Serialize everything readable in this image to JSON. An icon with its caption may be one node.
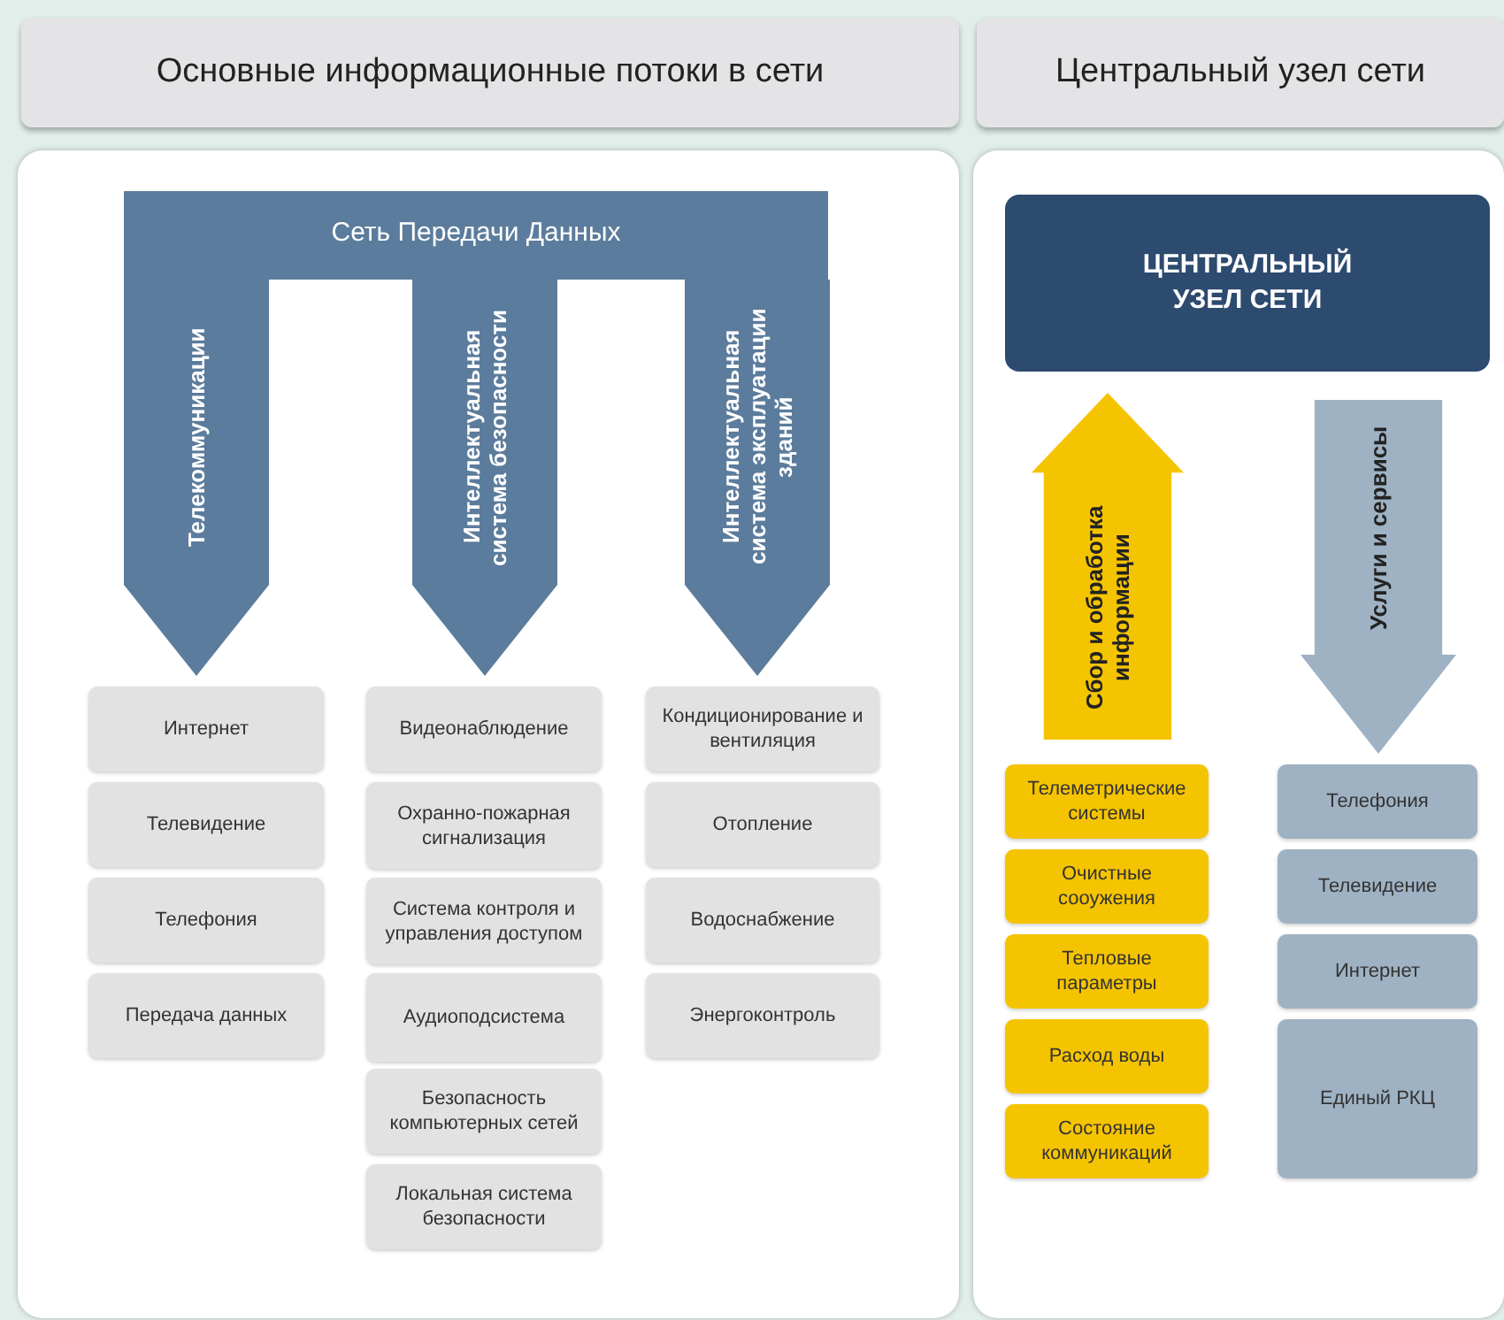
{
  "diagram": {
    "nodes": [
      {
        "text": [
          "Основные информационные потоки в сети"
        ]
      },
      {
        "text": [
          "Сеть Передачи Данных"
        ],
        "in": 0
      },
      {
        "text": [
          "Телекоммуникации"
        ],
        "in": 0
      },
      {
        "text": [
          "Интеллектуальная система безопасности"
        ],
        "in": 0
      },
      {
        "text": [
          "Интеллектуальная система эксплуатации зданий"
        ],
        "in": 0
      },
      {
        "text": [
          "Интернет"
        ],
        "in": 0
      },
      {
        "text": [
          "Телевидение"
        ],
        "in": 0
      },
      {
        "text": [
          "Телефония"
        ],
        "in": 0
      },
      {
        "text": [
          "Передача данных"
        ],
        "in": 0
      },
      {
        "text": [
          "Видеонаблюдение"
        ],
        "in": 0
      },
      {
        "text": [
          "Охранно-пожарная сигнализация"
        ],
        "in": 0
      },
      {
        "text": [
          "Система контроля и управления доступом"
        ],
        "in": 0
      },
      {
        "text": [
          "Аудиоподсистема"
        ],
        "in": 0
      },
      {
        "text": [
          "Безопасность компьютерных сетей"
        ],
        "in": 0
      },
      {
        "text": [
          "Локальная система безопасности"
        ],
        "in": 0
      },
      {
        "text": [
          "Кондиционирование и вентиляция"
        ],
        "in": 0
      },
      {
        "text": [
          "Отопление"
        ],
        "in": 0
      },
      {
        "text": [
          "Водоснабжение"
        ],
        "in": 0
      },
      {
        "text": [
          "Энергоконтроль"
        ],
        "in": 0
      },
      {
        "text": [
          "Центральный узел сети"
        ]
      },
      {
        "text": [
          "ЦЕНТРАЛЬНЫЙ УЗЕЛ СЕТИ"
        ],
        "in": 19
      },
      {
        "text": [
          "Сбор и обработка информации"
        ],
        "in": 19
      },
      {
        "text": [
          "Услуги и сервисы"
        ],
        "in": 19
      },
      {
        "text": [
          "Телеметрические системы"
        ],
        "in": 19
      },
      {
        "text": [
          "Очистные сооужения"
        ],
        "in": 19
      },
      {
        "text": [
          "Тепловые параметры"
        ],
        "in": 19
      },
      {
        "text": [
          "Расход воды"
        ],
        "in": 19
      },
      {
        "text": [
          "Состояние коммуникаций"
        ],
        "in": 19
      },
      {
        "text": [
          "Телефония"
        ],
        "in": 19
      },
      {
        "text": [
          "Телевидение"
        ],
        "in": 19
      },
      {
        "text": [
          "Интернет"
        ],
        "in": 19
      },
      {
        "text": [
          "Единый РКЦ"
        ],
        "in": 19
      }
    ]
  }
}
